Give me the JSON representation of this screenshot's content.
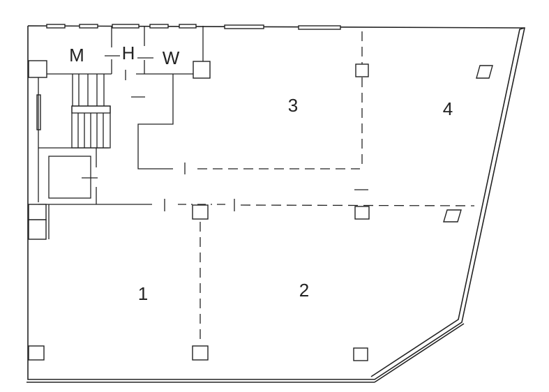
{
  "floor_plan": {
    "rooms": {
      "room_1": "1",
      "room_2": "2",
      "room_3": "3",
      "room_4": "4"
    },
    "service_rooms": {
      "machine": "M",
      "hall": "H",
      "washroom": "W"
    },
    "line_color": "#222222"
  }
}
